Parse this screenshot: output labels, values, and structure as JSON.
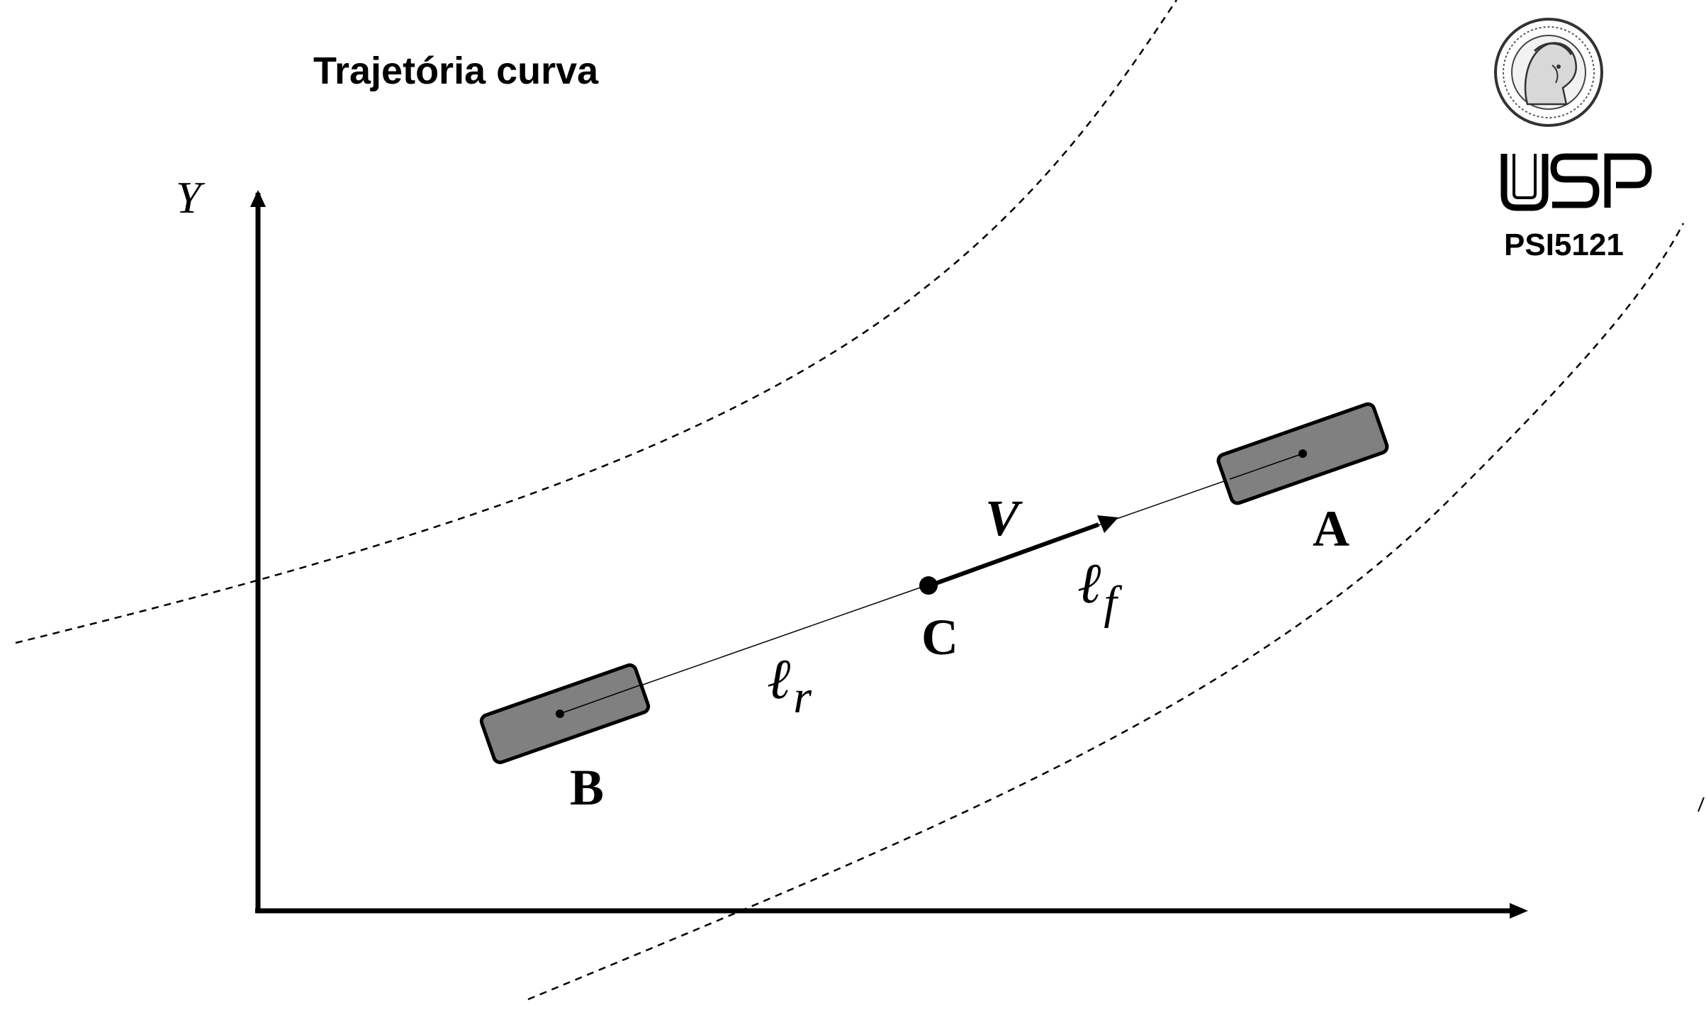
{
  "title": "Trajetória curva",
  "axis": {
    "y_label": "Y"
  },
  "points": {
    "A": "A",
    "B": "B",
    "C": "C"
  },
  "velocity_label": "V",
  "lengths": {
    "front": {
      "base": "ℓ",
      "sub": "f"
    },
    "rear": {
      "base": "ℓ",
      "sub": "r"
    }
  },
  "logo": {
    "brand": "USP",
    "course": "PSI5121"
  },
  "colors": {
    "line": "#000000",
    "wheel_fill": "#808080",
    "background": "#ffffff"
  },
  "icons": {
    "seal": "university-seal-icon",
    "logo": "usp-logo-icon"
  }
}
